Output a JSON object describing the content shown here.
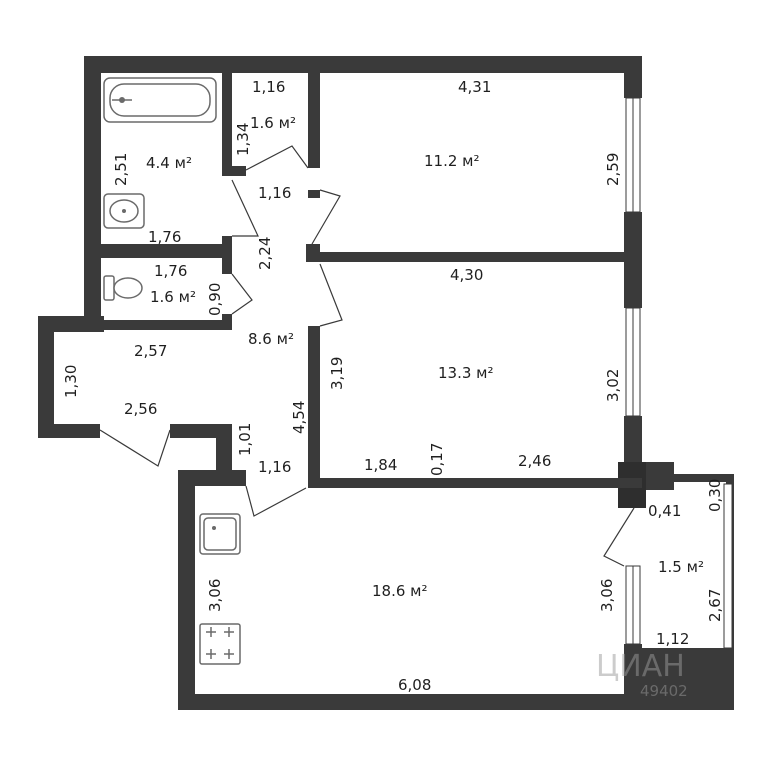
{
  "rooms": {
    "bathroom": {
      "area": "4.4 м²",
      "dims": [
        "2,51",
        "1,76"
      ]
    },
    "closet": {
      "area": "1.6 м²",
      "dims": [
        "1,16",
        "1,34"
      ]
    },
    "room1": {
      "area": "11.2 м²",
      "dims": [
        "4,31",
        "2,59"
      ]
    },
    "hall_top": {
      "dims": [
        "1,16",
        "2,24"
      ]
    },
    "toilet": {
      "area": "1.6 м²",
      "dims": [
        "1,76",
        "0,90"
      ]
    },
    "corridor": {
      "area": "8.6 м²",
      "dims": [
        "2,57",
        "1,30",
        "2,56",
        "4,54",
        "3,19",
        "1,01",
        "1,16"
      ]
    },
    "room2": {
      "area": "13.3 м²",
      "dims": [
        "4,30",
        "3,02",
        "1,84",
        "0,17",
        "2,46"
      ]
    },
    "kitchen": {
      "area": "18.6 м²",
      "dims": [
        "3,06",
        "3,06",
        "6,08"
      ]
    },
    "balcony": {
      "area": "1.5 м²",
      "dims": [
        "0,41",
        "0,30",
        "2,67",
        "1,12"
      ]
    }
  },
  "watermark": {
    "brand": "ЦИАН",
    "id": "49402"
  },
  "colors": {
    "wall": "#3a3a3a",
    "background": "#ffffff"
  }
}
